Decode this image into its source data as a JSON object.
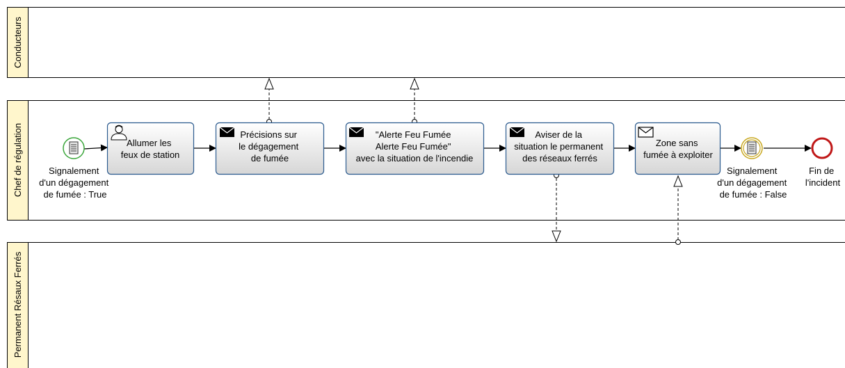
{
  "lanes": {
    "conducteurs": "Conducteurs",
    "chef": "Chef de régulation",
    "permanent": "Permanent Résaux Ferrés"
  },
  "start_event": {
    "label": [
      "Signalement",
      "d'un dégagement",
      "de fumée : True"
    ],
    "icon": "document-list-icon"
  },
  "tasks": {
    "t1": {
      "lines": [
        "Allumer les",
        "feux de station"
      ],
      "icon": "user-icon"
    },
    "t2": {
      "lines": [
        "Précisions sur",
        "le dégagement",
        "de fumée"
      ],
      "icon": "envelope-filled-icon"
    },
    "t3": {
      "lines": [
        "\"Alerte Feu Fumée",
        "Alerte Feu Fumée\"",
        "avec la situation de l'incendie"
      ],
      "icon": "envelope-filled-icon"
    },
    "t4": {
      "lines": [
        "Aviser de la",
        "situation le permanent",
        "des réseaux ferrés"
      ],
      "icon": "envelope-filled-icon"
    },
    "t5": {
      "lines": [
        "Zone sans",
        "fumée à exploiter"
      ],
      "icon": "envelope-outline-icon"
    }
  },
  "intermediate_event": {
    "label": [
      "Signalement",
      "d'un dégagement",
      "de fumée : False"
    ],
    "icon": "document-list-icon"
  },
  "end_event": {
    "label": [
      "Fin de",
      "l'incident"
    ]
  },
  "colors": {
    "header_fill": "#fff6cc",
    "start_stroke": "#3aa63a",
    "intermediate_stroke": "#c8a820",
    "end_stroke": "#c01818",
    "task_fill_top": "#ffffff",
    "task_fill_bottom": "#d8d8d8",
    "task_stroke": "#2a5a8e"
  }
}
